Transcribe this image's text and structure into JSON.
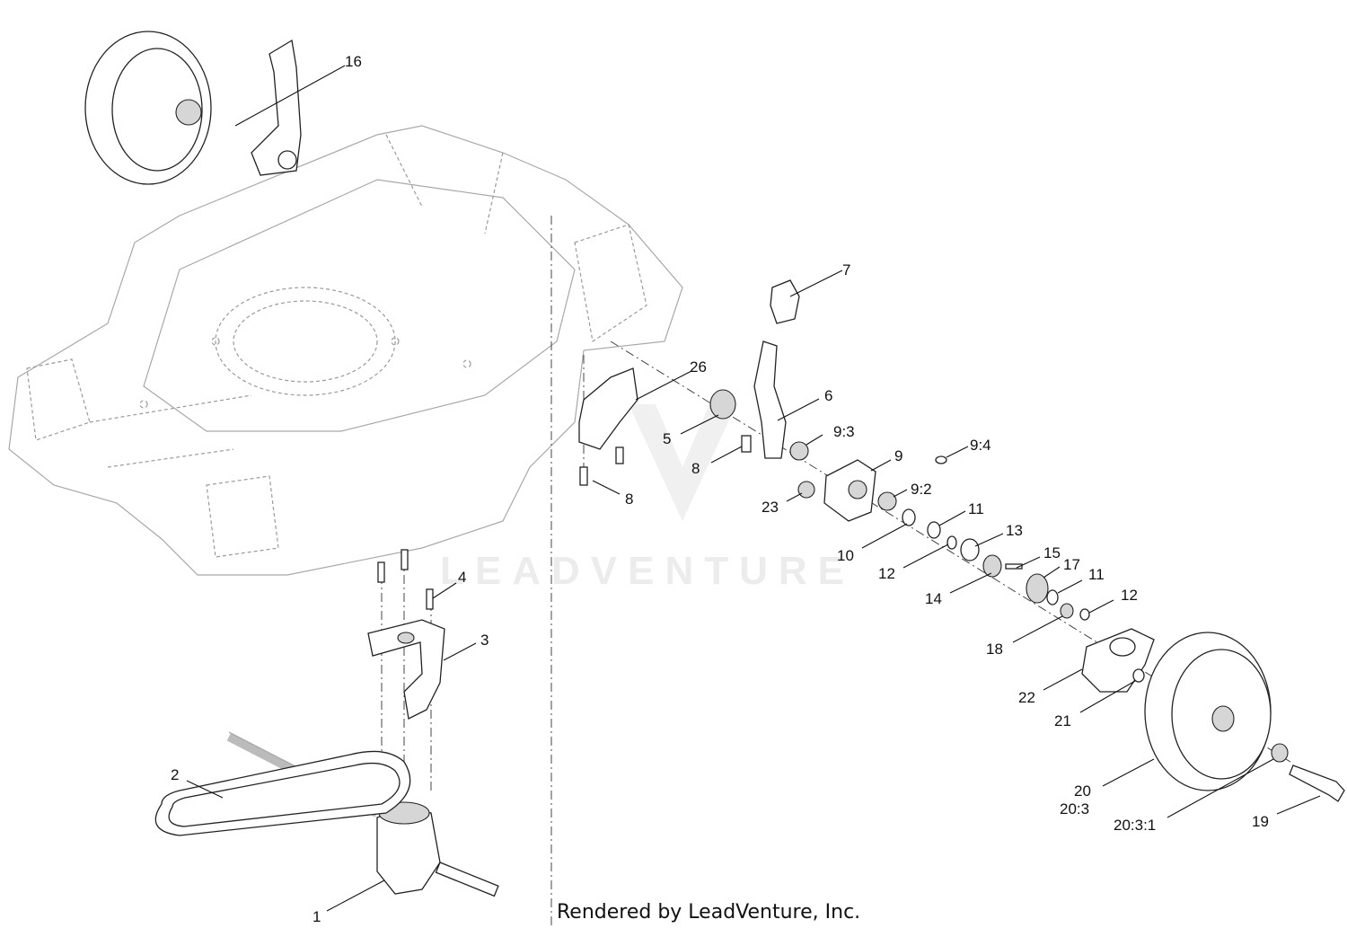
{
  "watermark": "LEADVENTURE",
  "credit": "Rendered by LeadVenture, Inc.",
  "callouts": {
    "c1": "1",
    "c2": "2",
    "c3": "3",
    "c4": "4",
    "c5": "5",
    "c6": "6",
    "c7": "7",
    "c8a": "8",
    "c8b": "8",
    "c9": "9",
    "c9_2": "9:2",
    "c9_3": "9:3",
    "c9_4": "9:4",
    "c10": "10",
    "c11a": "11",
    "c11b": "11",
    "c12a": "12",
    "c12b": "12",
    "c13": "13",
    "c14": "14",
    "c15": "15",
    "c16": "16",
    "c17": "17",
    "c18": "18",
    "c19": "19",
    "c20": "20",
    "c20_3": "20:3",
    "c20_3_1": "20:3:1",
    "c21": "21",
    "c22": "22",
    "c23": "23",
    "c26": "26"
  }
}
